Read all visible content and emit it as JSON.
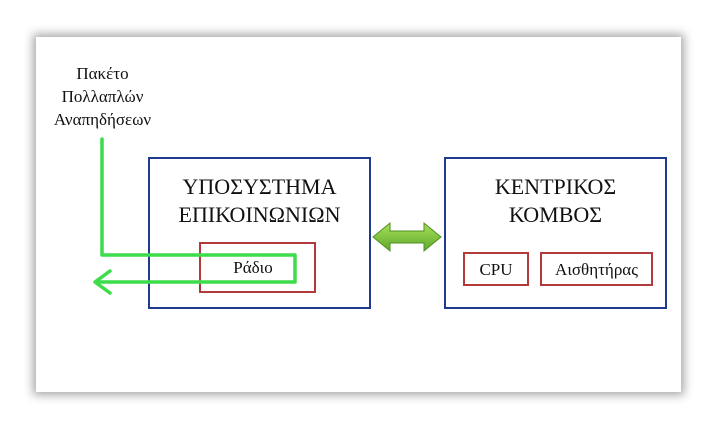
{
  "packet_label": {
    "line1": "Πακέτο",
    "line2": "Πολλαπλών",
    "line3": "Αναπηδήσεων"
  },
  "comms_subsystem": {
    "title_line1": "ΥΠΟΣΥΣΤΗΜΑ",
    "title_line2": "ΕΠΙΚΟΙΝΩΝΙΩΝ",
    "radio_label": "Ράδιο"
  },
  "central_node": {
    "title_line1": "ΚΕΝΤΡΙΚΟΣ",
    "title_line2": "ΚΟΜΒΟΣ",
    "cpu_label": "CPU",
    "sensor_label": "Αισθητήρας"
  },
  "colors": {
    "box_border": "#1f3b8f",
    "component_border": "#b23a3a",
    "packet_path": "#3ddc4a",
    "double_arrow": "#7cc63a"
  }
}
